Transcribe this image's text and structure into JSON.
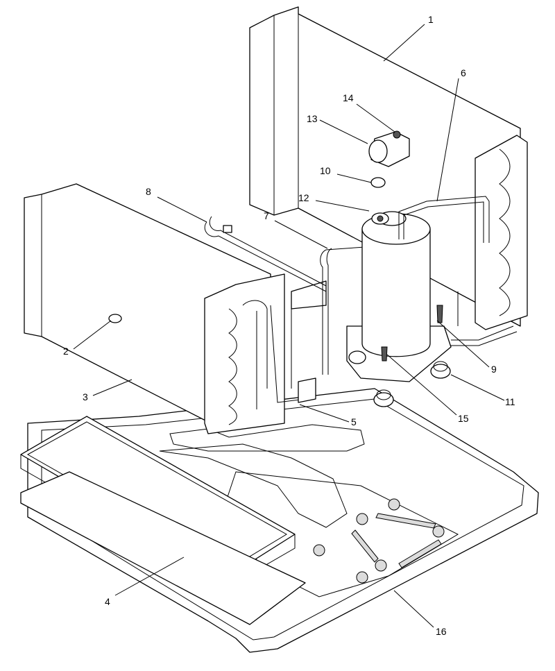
{
  "callouts": [
    {
      "id": "1",
      "label": "1"
    },
    {
      "id": "2",
      "label": "2"
    },
    {
      "id": "3",
      "label": "3"
    },
    {
      "id": "4",
      "label": "4"
    },
    {
      "id": "5",
      "label": "5"
    },
    {
      "id": "6",
      "label": "6"
    },
    {
      "id": "7",
      "label": "7"
    },
    {
      "id": "8",
      "label": "8"
    },
    {
      "id": "9",
      "label": "9"
    },
    {
      "id": "10",
      "label": "10"
    },
    {
      "id": "11",
      "label": "11"
    },
    {
      "id": "12",
      "label": "12"
    },
    {
      "id": "13",
      "label": "13"
    },
    {
      "id": "14",
      "label": "14"
    },
    {
      "id": "15",
      "label": "15"
    },
    {
      "id": "16",
      "label": "16"
    }
  ],
  "colors": {
    "line": "#000000",
    "background": "#ffffff"
  }
}
